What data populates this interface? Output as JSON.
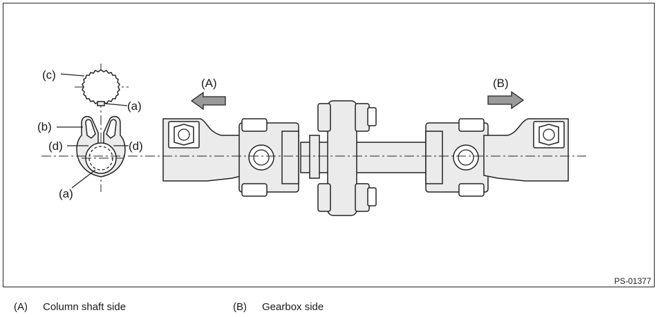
{
  "labels": {
    "a": "(a)",
    "b": "(b)",
    "c": "(c)",
    "d": "(d)",
    "A": "(A)",
    "B": "(B)"
  },
  "figure_id": "PS-01377",
  "legend": [
    {
      "key": "(A)",
      "text": "Column shaft side"
    },
    {
      "key": "(B)",
      "text": "Gearbox side"
    }
  ],
  "colors": {
    "line": "#222222",
    "part_fill": "#ebebeb",
    "arrow_fill": "#9a9a9a",
    "background": "#ffffff"
  }
}
